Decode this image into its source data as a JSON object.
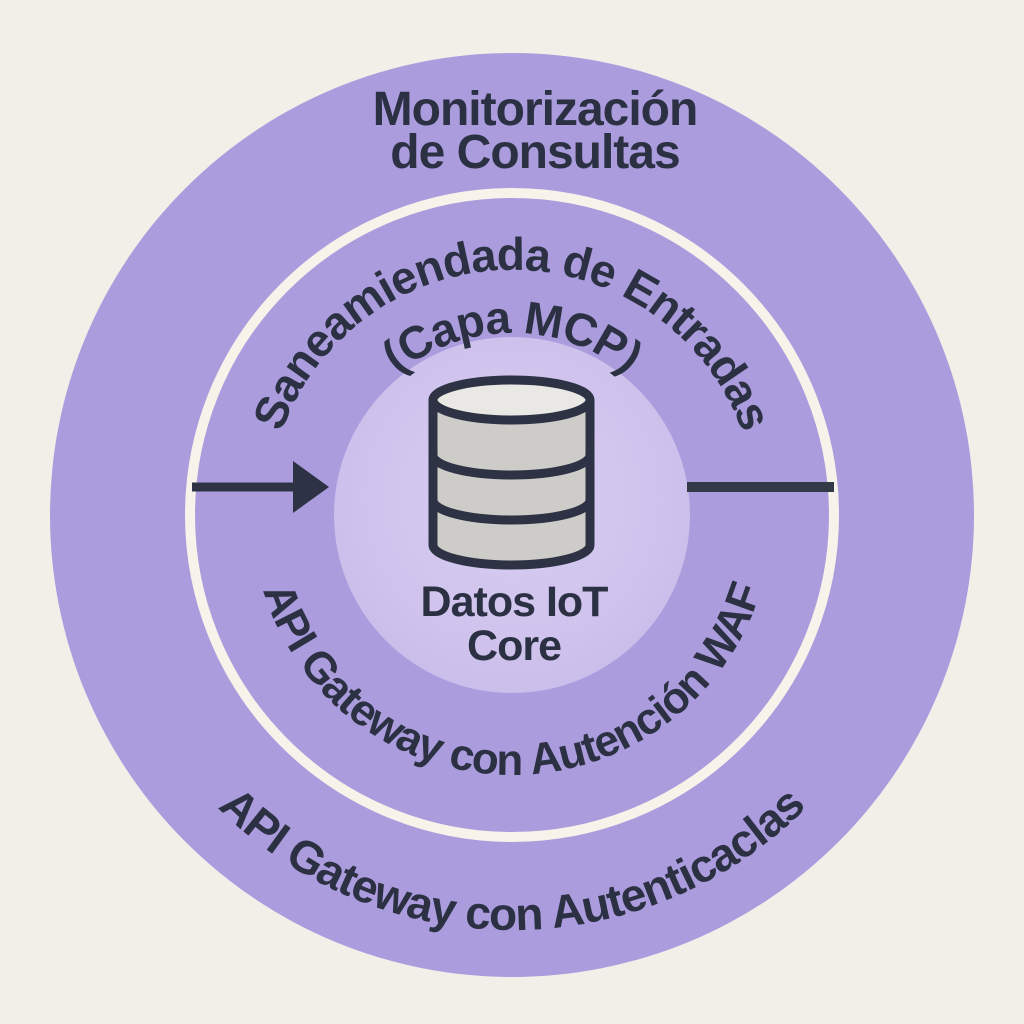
{
  "diagram": {
    "type": "concentric-defense-layers",
    "title": {
      "line1": "Monitorización",
      "line2": "de Consultas"
    },
    "middle_ring": {
      "top_arc_line1": "Saneamiendada de Entradas",
      "top_arc_line2": "(Capa MCP)",
      "bottom_arc": "API Gateway con Autención WAF"
    },
    "outer_ring": {
      "bottom_arc": "API Gateway con Autenticaclas"
    },
    "core": {
      "label_line1": "Datos IoT",
      "label_line2": "Core",
      "icon": "database-cylinder-icon"
    },
    "connectors": {
      "left": "arrow-into-core",
      "right": "line-from-core"
    },
    "colors": {
      "background": "#f2efe9",
      "ring_purple": "#ab9cde",
      "core_light_purple": "#cdc1ea",
      "core_light_purple_center": "#d7ccf1",
      "divider_ring": "#f7f3ea",
      "text_navy": "#2b3142",
      "cylinder_body": "#ceccc8",
      "cylinder_top": "#eae8e4",
      "cylinder_stroke": "#2d3344"
    }
  }
}
